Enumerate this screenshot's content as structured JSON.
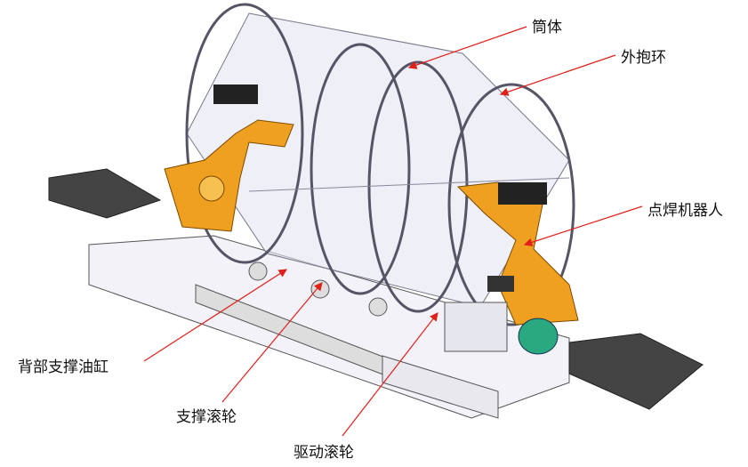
{
  "labels": {
    "cylinder": "筒体",
    "outer_ring": "外抱环",
    "spot_welding_robot": "点焊机器人",
    "back_support_cylinder": "背部支撑油缸",
    "support_roller": "支撑滚轮",
    "drive_roller": "驱动滚轮"
  },
  "colors": {
    "arrow": "#e0201a",
    "robot": "#f0a020",
    "cylinder": "#e4e4f4",
    "motor": "#2aa880"
  }
}
